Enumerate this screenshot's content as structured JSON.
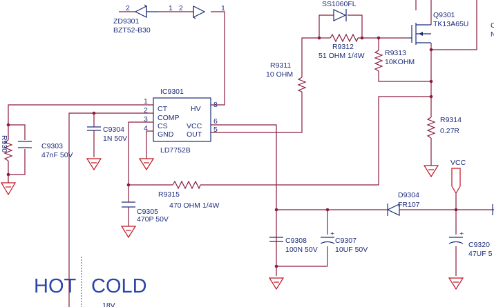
{
  "components": {
    "zd9301": {
      "ref": "ZD9301",
      "value": "BZT52-B30",
      "pin1": "1",
      "pin2a": "2",
      "pin2b": "2",
      "pin1b": "1"
    },
    "ss1060": {
      "ref": "SS1060FL"
    },
    "q9301": {
      "ref": "Q9301",
      "value": "TK13A65U"
    },
    "r9312": {
      "ref": "R9312",
      "value": "51 OHM 1/4W"
    },
    "r9313": {
      "ref": "R9313",
      "value": "10KOHM"
    },
    "r9311": {
      "ref": "R9311",
      "value": "10 OHM"
    },
    "ic9301": {
      "ref": "IC9301",
      "part": "LD7752B",
      "left_pins": [
        {
          "num": "1",
          "name": "CT"
        },
        {
          "num": "2",
          "name": "COMP"
        },
        {
          "num": "3",
          "name": "CS"
        },
        {
          "num": "4",
          "name": "GND"
        }
      ],
      "right_pins": [
        {
          "num": "8",
          "name": "HV"
        },
        {
          "num": "6",
          "name": "VCC"
        },
        {
          "num": "5",
          "name": "OUT"
        }
      ]
    },
    "c9304": {
      "ref": "C9304",
      "value": "1N 50V"
    },
    "c9303": {
      "ref": "C9303",
      "value": "47nF 50V"
    },
    "r9314": {
      "ref": "R9314",
      "value": "0.27R"
    },
    "r9315": {
      "ref": "R9315",
      "value": "470 OHM 1/4W"
    },
    "c9305": {
      "ref": "C9305",
      "value": "470P 50V"
    },
    "d9304": {
      "ref": "D9304",
      "value": "FR107"
    },
    "vcc": {
      "label": "VCC"
    },
    "c9308": {
      "ref": "C9308",
      "value": "100N 50V"
    },
    "c9307": {
      "ref": "C9307",
      "value": "10UF 50V",
      "polarity": "+"
    },
    "c9320": {
      "ref": "C9320",
      "value": "47UF 5",
      "polarity": "+"
    }
  },
  "partial_labels": {
    "left_edge": "R930",
    "right_c": "C",
    "right_n": "N",
    "bottom": "18V"
  },
  "zone_labels": {
    "hot": "HOT",
    "cold": "COLD"
  },
  "colors": {
    "wire": "#8a1c3c",
    "component": "#1c2c7a",
    "ground": "#c01020",
    "zone_text": "#2c45a8"
  }
}
